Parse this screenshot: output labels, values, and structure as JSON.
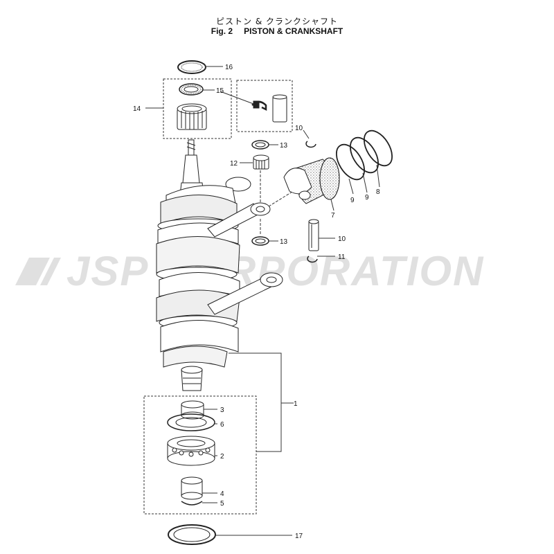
{
  "title": {
    "japanese": "ピストン & クランクシャフト",
    "figure": "Fig. 2",
    "english": "PISTON & CRANKSHAFT"
  },
  "watermark": "JSP CORPORATION",
  "callouts": [
    "1",
    "2",
    "3",
    "4",
    "5",
    "6",
    "7",
    "8",
    "9",
    "9",
    "10",
    "10",
    "11",
    "12",
    "13",
    "13",
    "14",
    "15",
    "16",
    "17"
  ]
}
